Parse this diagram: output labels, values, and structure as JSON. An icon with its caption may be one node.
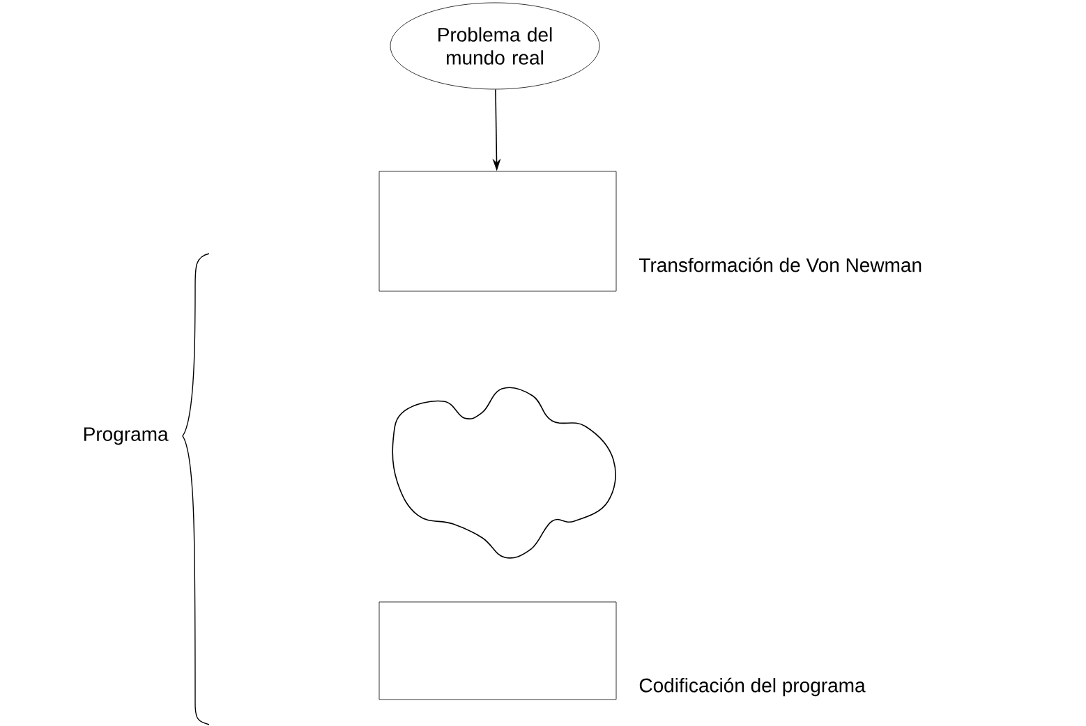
{
  "diagram": {
    "nodes": [
      {
        "text": [
          "Problema del mundo real"
        ]
      },
      {
        "text": [],
        "shape": "box",
        "beside": [
          "Transformación de Von Newman"
        ]
      },
      {
        "text": [],
        "shape": "cloud"
      },
      {
        "text": [],
        "shape": "box",
        "beside": [
          "Codificación del programa"
        ]
      }
    ],
    "edges": [
      {
        "from": 0,
        "to": 1,
        "arrow": "to"
      }
    ],
    "labels": [
      "Programa"
    ]
  }
}
